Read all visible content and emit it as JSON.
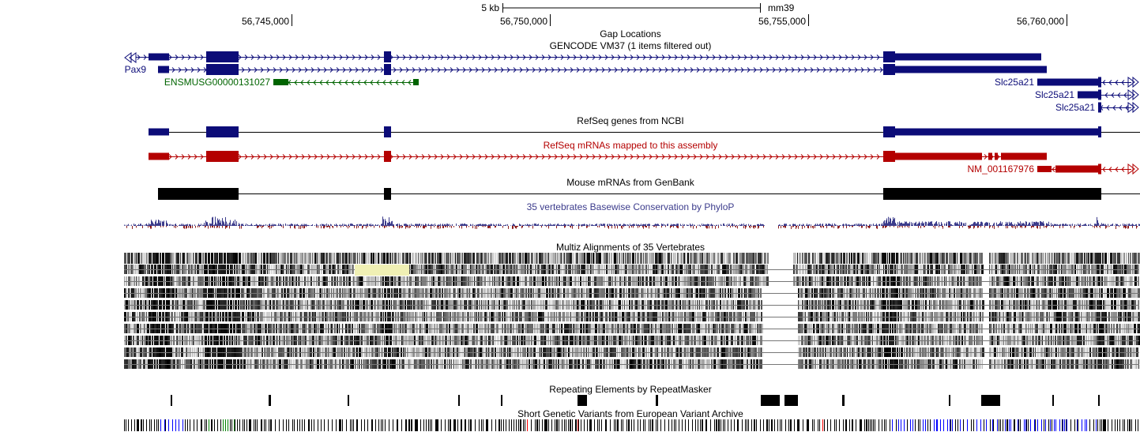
{
  "ruler": {
    "scale_label": "5 kb",
    "assembly": "mm39",
    "ticks": [
      "56,745,000",
      "56,750,000",
      "56,755,000",
      "56,760,000"
    ]
  },
  "tracks": {
    "gap": "Gap Locations",
    "gencode": "GENCODE VM37 (1 items filtered out)",
    "refseq_genes": "RefSeq genes from NCBI",
    "refseq_mrnas": "RefSeq mRNAs mapped to this assembly",
    "mouse_mrnas": "Mouse mRNAs from GenBank",
    "phylop": "35 vertebrates Basewise Conservation by PhyloP",
    "multiz": "Multiz Alignments of 35 Vertebrates",
    "repeatmasker": "Repeating Elements by RepeatMasker",
    "eva": "Short Genetic Variants from European Variant Archive"
  },
  "genes": {
    "pax9": "Pax9",
    "ensmusg": "ENSMUSG00000131027",
    "slc1": "Slc25a21",
    "slc2": "Slc25a21",
    "slc3": "Slc25a21",
    "nm": "NM_001167976"
  },
  "colors": {
    "gencode": "#0c0c78",
    "ensmusg": "#006400",
    "refseq_mrna": "#b40000",
    "mouse_mrna": "#000000",
    "phylop_pos": "#3c3c8c",
    "phylop_neg": "#8c1e1e",
    "phylop_label": "#3c3c8c",
    "highlight": "#f0f0b4",
    "eva_blue": "#0000ff",
    "eva_green": "#008000",
    "eva_red": "#ff0000"
  }
}
